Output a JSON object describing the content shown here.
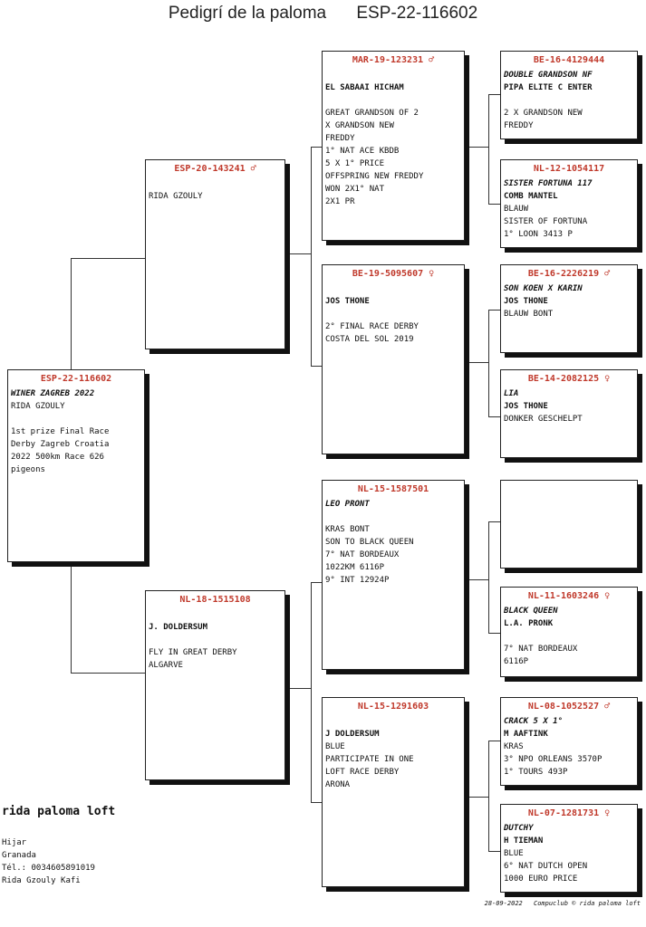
{
  "title": {
    "label": "Pedigrí de la paloma",
    "ring": "ESP-22-116602"
  },
  "subject": {
    "ring": "ESP-22-116602",
    "lines": [
      "WINER ZAGREB 2022",
      "RIDA GZOULY",
      "",
      "1st prize Final Race",
      "Derby Zagreb Croatia",
      "2022 500km Race 626",
      "pigeons"
    ]
  },
  "sire": {
    "ring": "ESP-20-143241 ♂",
    "lines": [
      "",
      "RIDA GZOULY"
    ]
  },
  "dam": {
    "ring": "NL-18-1515108",
    "lines": [
      "",
      "J. DOLDERSUM",
      "",
      "FLY IN GREAT DERBY",
      "ALGARVE"
    ]
  },
  "ss": {
    "ring": "MAR-19-123231 ♂",
    "lines": [
      "",
      "EL SABAAI HICHAM",
      "",
      "GREAT GRANDSON OF 2",
      "X GRANDSON NEW",
      "FREDDY",
      "1° NAT ACE KBDB",
      "5 X 1° PRICE",
      "OFFSPRING NEW FREDDY",
      "WON 2X1° NAT",
      "2X1 PR"
    ]
  },
  "sd": {
    "ring": "BE-19-5095607 ♀",
    "lines": [
      "",
      "JOS THONE",
      "",
      "2° FINAL RACE DERBY",
      "COSTA DEL SOL 2019"
    ]
  },
  "ds": {
    "ring": "NL-15-1587501",
    "lines": [
      "LEO PRONT",
      "",
      "KRAS BONT",
      "SON TO BLACK QUEEN",
      "7° NAT BORDEAUX",
      "1022KM 6116P",
      "9° INT 12924P"
    ]
  },
  "dd": {
    "ring": "NL-15-1291603",
    "lines": [
      "",
      "J DOLDERSUM",
      "BLUE",
      "PARTICIPATE IN ONE",
      "LOFT RACE DERBY",
      "ARONA"
    ]
  },
  "sss": {
    "ring": "BE-16-4129444",
    "lines": [
      "DOUBLE GRANDSON NF",
      "PIPA ELITE C ENTER",
      "",
      "2 X GRANDSON NEW",
      "FREDDY"
    ]
  },
  "ssd": {
    "ring": "NL-12-1054117",
    "lines": [
      "SISTER FORTUNA 117",
      "COMB MANTEL",
      "BLAUW",
      "SISTER OF FORTUNA",
      "1° LOON 3413 P"
    ]
  },
  "sds": {
    "ring": "BE-16-2226219 ♂",
    "lines": [
      "SON KOEN X KARIN",
      "JOS THONE",
      "BLAUW BONT"
    ]
  },
  "sdd": {
    "ring": "BE-14-2082125 ♀",
    "lines": [
      "LIA",
      "JOS THONE",
      "DONKER GESCHELPT"
    ]
  },
  "dss": {
    "ring": "",
    "lines": []
  },
  "dsd": {
    "ring": "NL-11-1603246 ♀",
    "lines": [
      "BLACK QUEEN",
      "L.A. PRONK",
      "",
      "7° NAT BORDEAUX",
      "6116P"
    ]
  },
  "dds": {
    "ring": "NL-08-1052527 ♂",
    "lines": [
      "CRACK 5 X 1°",
      "M AAFTINK",
      "KRAS",
      "3° NPO ORLEANS 3570P",
      "1° TOURS 493P"
    ]
  },
  "ddd": {
    "ring": "NL-07-1281731 ♀",
    "lines": [
      "DUTCHY",
      "H TIEMAN",
      "BLUE",
      "6° NAT DUTCH OPEN",
      "1000 EURO PRICE"
    ]
  },
  "loft": {
    "name": "rida paloma loft",
    "lines": [
      "Hijar",
      "Granada",
      "Tél.: 0034605891019",
      "Rida Gzouly Kafi"
    ]
  },
  "footer": {
    "date": "28-09-2022",
    "credit": "Compuclub © rida paloma loft"
  },
  "colors": {
    "ring": "#c0392b",
    "text": "#111111",
    "border": "#222222"
  }
}
